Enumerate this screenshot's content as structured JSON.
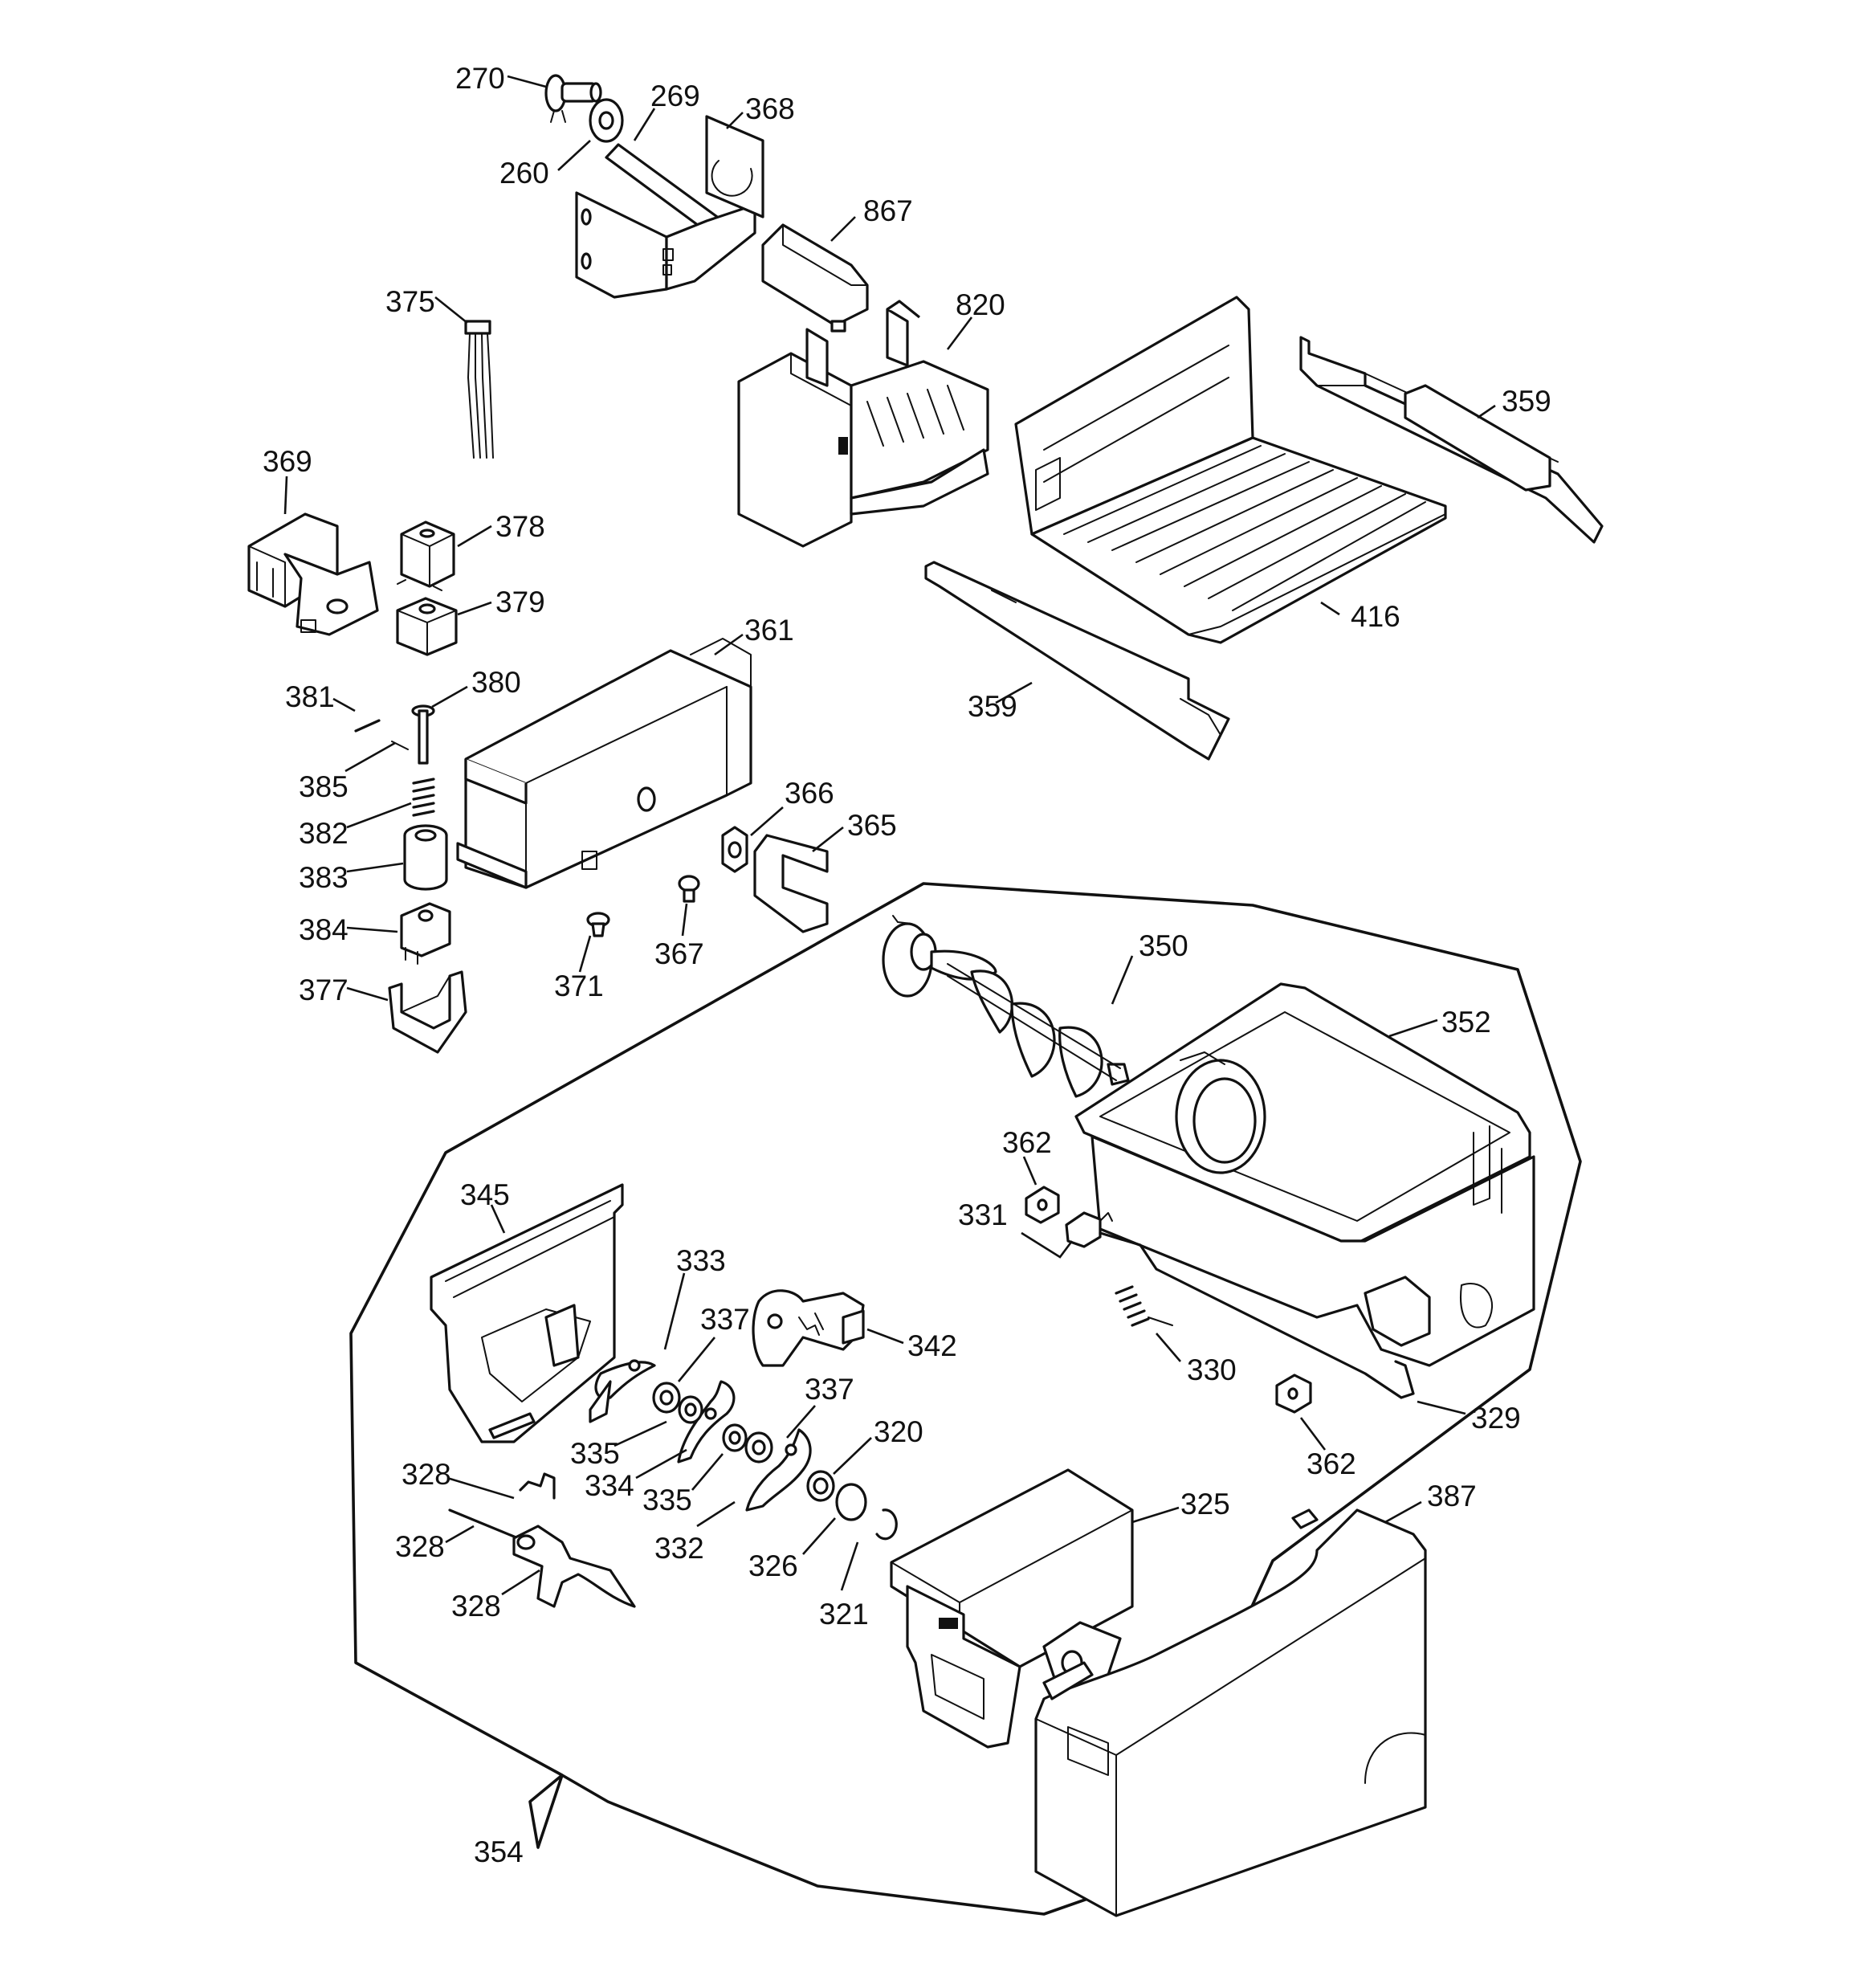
{
  "callouts": {
    "p270": "270",
    "p269": "269",
    "p368": "368",
    "p260": "260",
    "p867": "867",
    "p375": "375",
    "p820": "820",
    "p359a": "359",
    "p369": "369",
    "p378": "378",
    "p379": "379",
    "p416": "416",
    "p361": "361",
    "p381": "381",
    "p380": "380",
    "p359b": "359",
    "p385": "385",
    "p366": "366",
    "p365": "365",
    "p382": "382",
    "p383": "383",
    "p384": "384",
    "p371": "371",
    "p367": "367",
    "p377": "377",
    "p350": "350",
    "p352": "352",
    "p362a": "362",
    "p345": "345",
    "p331": "331",
    "p333": "333",
    "p337a": "337",
    "p342": "342",
    "p337b": "337",
    "p330": "330",
    "p335a": "335",
    "p329": "329",
    "p320": "320",
    "p334": "334",
    "p362b": "362",
    "p335b": "335",
    "p328a": "328",
    "p325": "325",
    "p387": "387",
    "p332": "332",
    "p328b": "328",
    "p326": "326",
    "p321": "321",
    "p328c": "328",
    "p354": "354"
  }
}
